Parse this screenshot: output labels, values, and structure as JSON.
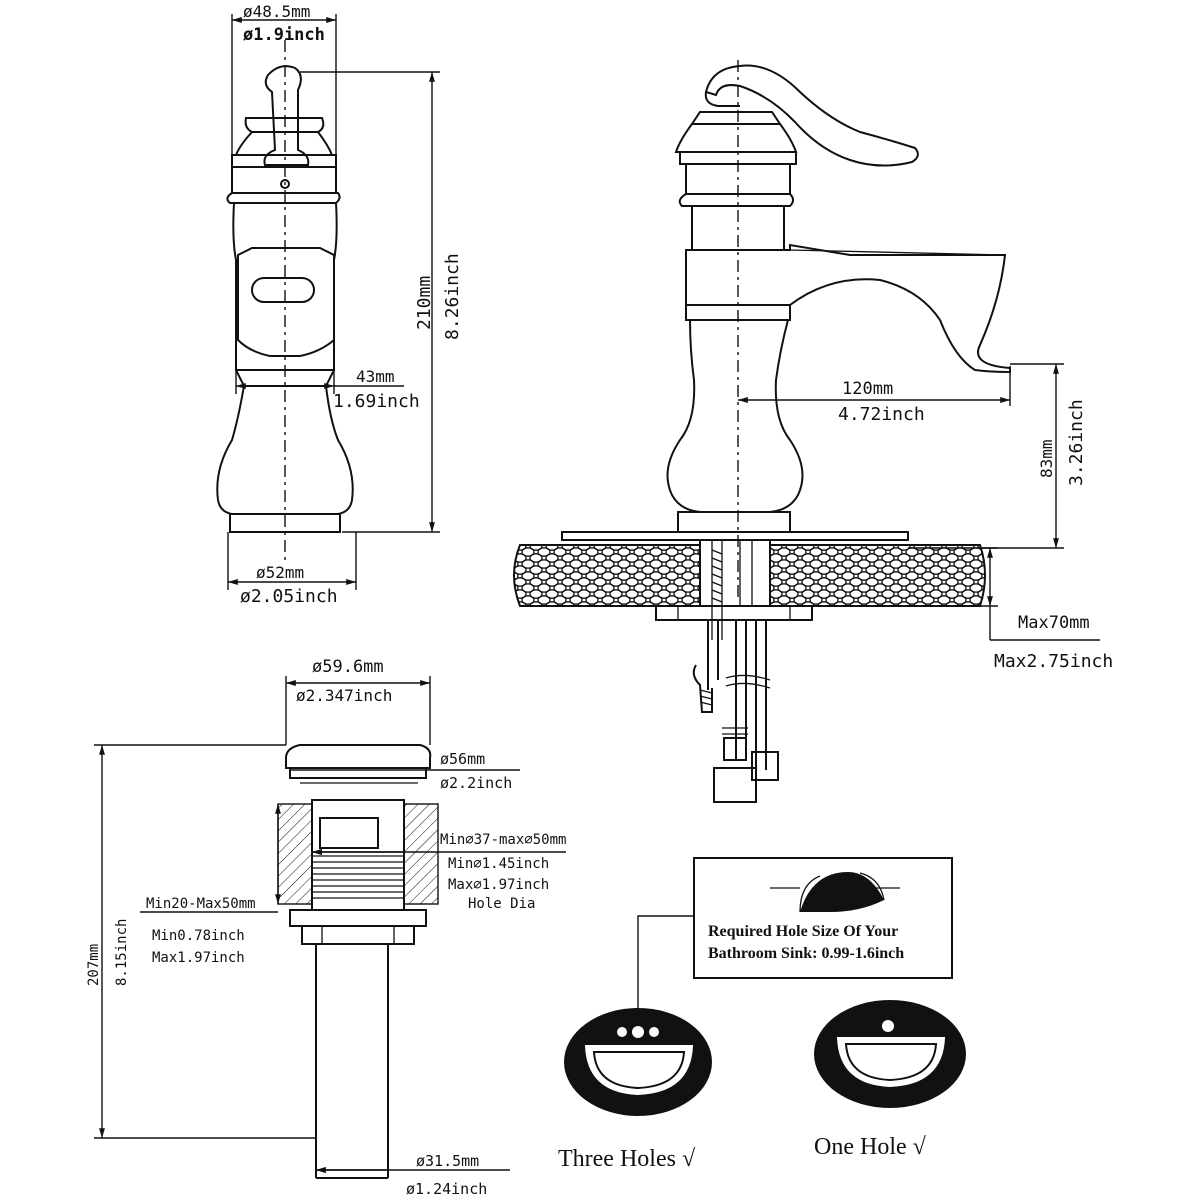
{
  "faucet_front": {
    "top_diameter_mm": "ø48.5mm",
    "top_diameter_inch": "ø1.9inch",
    "height_mm": "210mm",
    "height_inch": "8.26inch",
    "neck_width_mm": "43mm",
    "neck_width_inch": "1.69inch",
    "base_diameter_mm": "ø52mm",
    "base_diameter_inch": "ø2.05inch"
  },
  "faucet_side": {
    "reach_mm": "120mm",
    "reach_inch": "4.72inch",
    "spout_height_mm": "83mm",
    "spout_height_inch": "3.26inch",
    "deck_max_mm": "Max70mm",
    "deck_max_inch": "Max2.75inch"
  },
  "drain": {
    "cap_diameter_mm": "ø59.6mm",
    "cap_diameter_inch": "ø2.347inch",
    "flange_diameter_mm": "ø56mm",
    "flange_diameter_inch": "ø2.2inch",
    "hole_range_mm": "Min⌀37-max⌀50mm",
    "hole_min_inch": "Min⌀1.45inch",
    "hole_max_inch": "Max⌀1.97inch",
    "hole_label": "Hole Dia",
    "thickness_mm": "Min20-Max50mm",
    "thickness_min_inch": "Min0.78inch",
    "thickness_max_inch": "Max1.97inch",
    "total_height_mm": "207mm",
    "total_height_inch": "8.15inch",
    "tail_diameter_mm": "ø31.5mm",
    "tail_diameter_inch": "ø1.24inch"
  },
  "requirement": {
    "line1": "Required Hole Size Of Your",
    "line2": "Bathroom Sink: 0.99-1.6inch"
  },
  "sinks": {
    "three_holes": "Three Holes √",
    "one_hole": "One Hole  √"
  }
}
